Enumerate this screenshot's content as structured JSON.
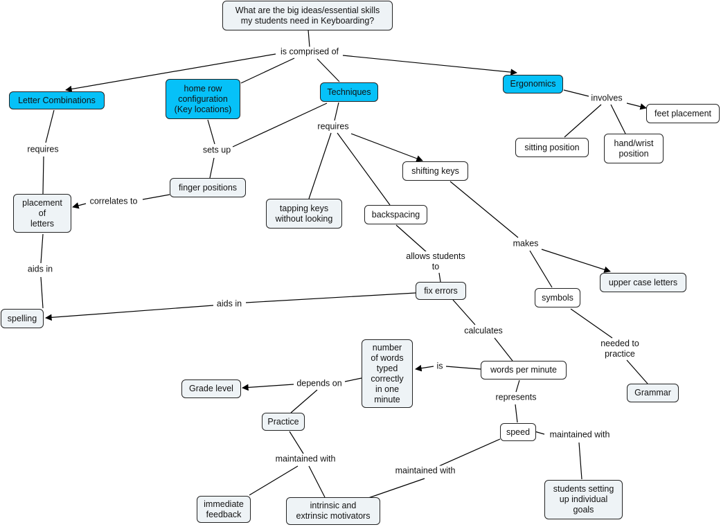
{
  "nodes": {
    "question": "What are the big ideas/essential skills\nmy students need in Keyboarding?",
    "letter_combinations": "Letter Combinations",
    "home_row": "home row\nconfiguration\n(Key locations)",
    "techniques": "Techniques",
    "ergonomics": "Ergonomics",
    "feet_placement": "feet placement",
    "sitting_position": "sitting position",
    "hand_wrist": "hand/wrist\nposition",
    "finger_positions": "finger positions",
    "placement_letters": "placement\nof\nletters",
    "tapping_keys": "tapping keys\nwithout looking",
    "backspacing": "backspacing",
    "shifting_keys": "shifting keys",
    "upper_case": "upper case letters",
    "symbols": "symbols",
    "spelling": "spelling",
    "fix_errors": "fix errors",
    "words_per_minute": "words per minute",
    "number_words": "number\nof words\ntyped\ncorrectly\nin one\nminute",
    "grade_level": "Grade level",
    "practice": "Practice",
    "speed": "speed",
    "grammar": "Grammar",
    "students_goals": "students setting\nup individual\ngoals",
    "immediate_feedback": "immediate\nfeedback",
    "motivators": "intrinsic and\nextrinsic motivators"
  },
  "links": {
    "is_comprised_of": "is comprised of",
    "involves": "involves",
    "requires_lc": "requires",
    "sets_up": "sets up",
    "requires_tech": "requires",
    "correlates_to": "correlates to",
    "aids_in_placement": "aids in",
    "allows_students_to": "allows students\nto",
    "makes": "makes",
    "aids_in_fix": "aids in",
    "calculates": "calculates",
    "needed_to_practice": "needed to\npractice",
    "is": "is",
    "depends_on": "depends on",
    "represents": "represents",
    "maintained_with_speed": "maintained with",
    "maintained_with_practice": "maintained with",
    "maintained_with_motivators": "maintained with"
  },
  "colors": {
    "concept_blue": "#06c1f8",
    "concept_gray": "#eef3f6",
    "concept_white": "#ffffff",
    "line": "#000000"
  }
}
